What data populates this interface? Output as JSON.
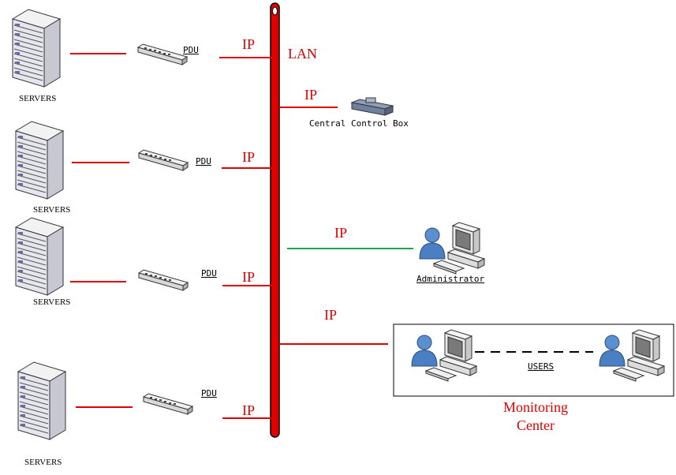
{
  "lan_label": "LAN",
  "rows": [
    {
      "servers_label": "SERVERS",
      "pdu_label": "PDU",
      "ip_label": "IP"
    },
    {
      "servers_label": "SERVERS",
      "pdu_label": "PDU",
      "ip_label": "IP"
    },
    {
      "servers_label": "SERVERS",
      "pdu_label": "PDU",
      "ip_label": "IP"
    },
    {
      "servers_label": "SERVERS",
      "pdu_label": "PDU",
      "ip_label": "IP"
    }
  ],
  "control_box": {
    "ip_label": "IP",
    "label": "Central Control Box"
  },
  "administrator": {
    "ip_label": "IP",
    "label": "Administrator"
  },
  "monitoring": {
    "ip_label": "IP",
    "users_label": "USERS",
    "title_line1": "Monitoring",
    "title_line2": "Center"
  },
  "colors": {
    "link_red": "#e00000",
    "admin_link_green": "#1aa84a",
    "lan_bus_red": "#e00000"
  },
  "icons": [
    "server-rack-icon",
    "pdu-strip-icon",
    "control-box-icon",
    "workstation-user-icon"
  ]
}
